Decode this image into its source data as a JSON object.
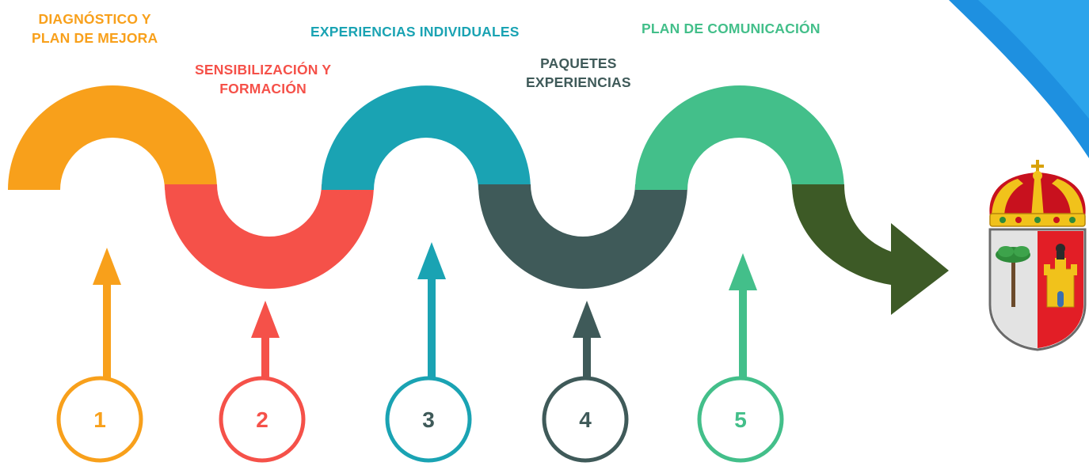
{
  "steps": [
    {
      "number": "1",
      "lines": [
        "DIAGNÓSTICO Y",
        "PLAN DE MEJORA"
      ],
      "color": "#f8a01b"
    },
    {
      "number": "2",
      "lines": [
        "SENSIBILIZACIÓN Y",
        "FORMACIÓN"
      ],
      "color": "#f55149"
    },
    {
      "number": "3",
      "lines": [
        "EXPERIENCIAS INDIVIDUALES"
      ],
      "color": "#1aa3b3"
    },
    {
      "number": "4",
      "lines": [
        "PAQUETES",
        "EXPERIENCIAS"
      ],
      "color": "#3f5a59"
    },
    {
      "number": "5",
      "lines": [
        "PLAN DE COMUNICACIÓN"
      ],
      "color": "#43bf8a"
    }
  ],
  "arrow_color": "#3d5a26",
  "corner_color": "#1e90e0"
}
